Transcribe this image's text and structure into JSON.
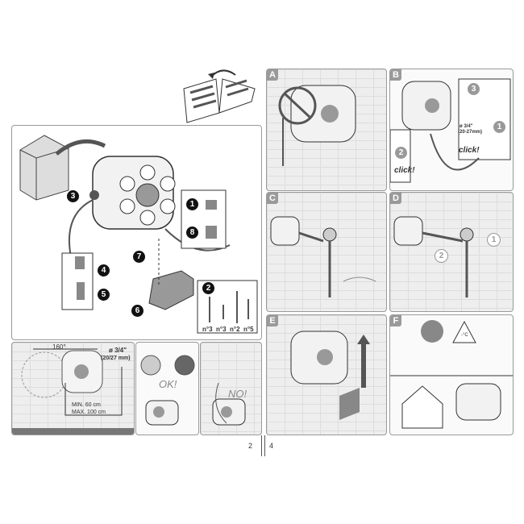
{
  "left_page": {
    "main_panel": {
      "callouts": [
        "1",
        "2",
        "3",
        "4",
        "5",
        "6",
        "7",
        "8"
      ],
      "screws": [
        "n°3",
        "n°3",
        "n°2",
        "n°5"
      ]
    },
    "mount_panel": {
      "angle": "160°",
      "diameter": "ø 3/4\"",
      "diameter_mm": "(20/27 mm)",
      "min": "MIN. 60 cm",
      "max": "MAX. 100 cm"
    },
    "ok_panel": {
      "text": "OK!"
    },
    "no_panel": {
      "text": "NO!"
    },
    "page_number": "2"
  },
  "right_page": {
    "panels": [
      {
        "letter": "A"
      },
      {
        "letter": "B"
      },
      {
        "letter": "C"
      },
      {
        "letter": "D"
      },
      {
        "letter": "E"
      },
      {
        "letter": "F"
      }
    ],
    "b_panel": {
      "click1": "click!",
      "click2": "click!",
      "diameter": "ø 3/4\"",
      "diameter_mm": "(20-27mm)",
      "steps": [
        "1",
        "2",
        "3"
      ]
    },
    "d_panel": {
      "steps": [
        "1",
        "2"
      ]
    },
    "f_panel": {
      "temp": "-°C"
    },
    "page_number": "4"
  }
}
